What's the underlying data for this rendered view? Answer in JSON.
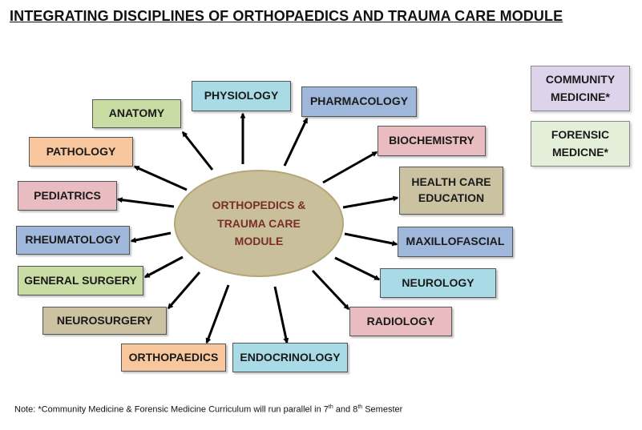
{
  "title": "INTEGRATING DISCIPLINES OF ORTHOPAEDICS AND TRAUMA CARE MODULE",
  "center": {
    "line1": "ORTHOPEDICS &",
    "line2": "TRAUMA CARE",
    "line3": "MODULE",
    "fill": "#c9bf9a",
    "text_color": "#7a2e2a"
  },
  "disciplines": [
    {
      "id": "physiology",
      "label": "PHYSIOLOGY",
      "color": "#a9dbe6"
    },
    {
      "id": "pharmacology",
      "label": "PHARMACOLOGY",
      "color": "#9fb7da"
    },
    {
      "id": "anatomy",
      "label": "ANATOMY",
      "color": "#c9dca3"
    },
    {
      "id": "biochemistry",
      "label": "BIOCHEMISTRY",
      "color": "#e8bcc0"
    },
    {
      "id": "pathology",
      "label": "PATHOLOGY",
      "color": "#f8c79e"
    },
    {
      "id": "health-care-education",
      "label_line1": "HEALTH CARE",
      "label_line2": "EDUCATION",
      "color": "#cbc2a2"
    },
    {
      "id": "pediatrics",
      "label": "PEDIATRICS",
      "color": "#e8bcc0"
    },
    {
      "id": "rheumatology",
      "label": "RHEUMATOLOGY",
      "color": "#9fb7da"
    },
    {
      "id": "maxillofascial",
      "label": "MAXILLOFASCIAL",
      "color": "#9fb7da"
    },
    {
      "id": "general-surgery",
      "label": "GENERAL SURGERY",
      "color": "#c9dca3"
    },
    {
      "id": "neurology",
      "label": "NEUROLOGY",
      "color": "#a9dbe6"
    },
    {
      "id": "neurosurgery",
      "label": "NEUROSURGERY",
      "color": "#cbc2a2"
    },
    {
      "id": "radiology",
      "label": "RADIOLOGY",
      "color": "#e8bcc0"
    },
    {
      "id": "orthopaedics",
      "label": "ORTHOPAEDICS",
      "color": "#f8c79e"
    },
    {
      "id": "endocrinology",
      "label": "ENDOCRINOLOGY",
      "color": "#a9dbe6"
    }
  ],
  "side": {
    "community": {
      "line1": "COMMUNITY",
      "line2": "MEDICINE*",
      "color": "#ddd3ea"
    },
    "forensic": {
      "line1": "FORENSIC",
      "line2": "MEDICNE*",
      "color": "#e3efd8"
    }
  },
  "note": {
    "prefix": "Note: *Community  Medicine & Forensic Medicine Curriculum will run parallel in 7",
    "sup1": "th",
    "mid": " and 8",
    "sup2": "th",
    "suffix": " Semester"
  }
}
